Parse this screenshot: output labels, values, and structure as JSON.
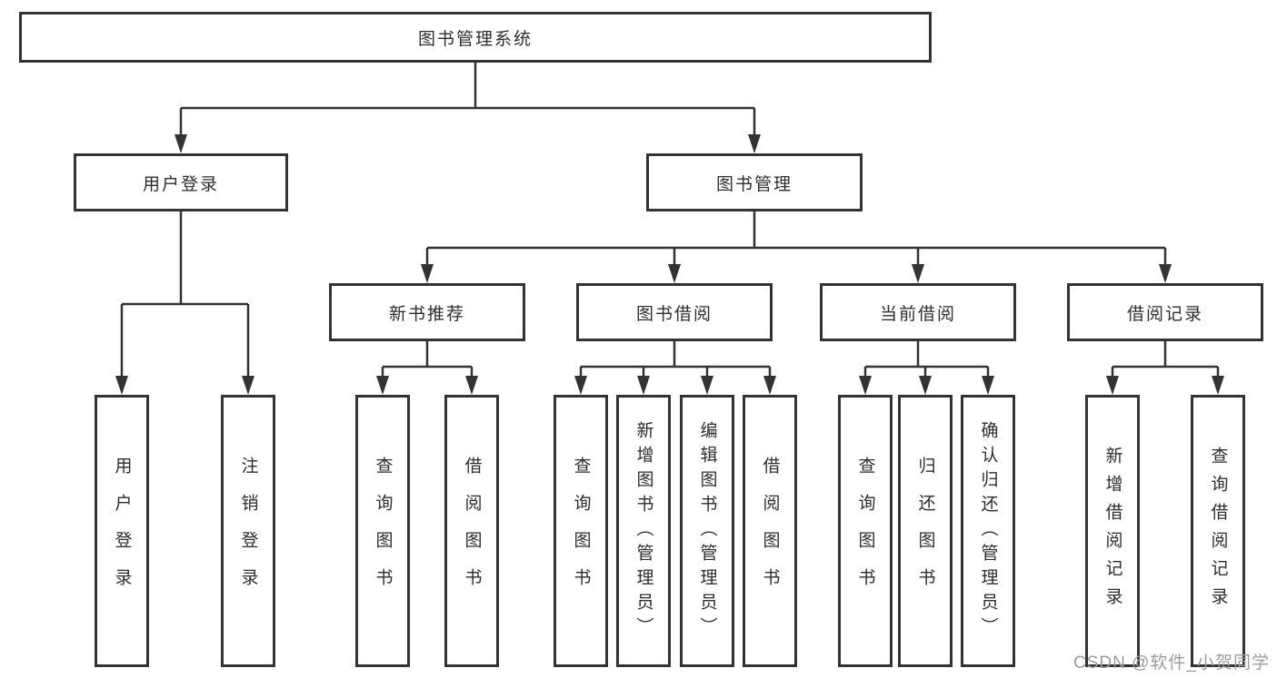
{
  "watermark": "CSDN @软件_小贺同学",
  "style": {
    "line_color": "#333333",
    "box_background": "#ffffff",
    "text_color": "#2d2d2d",
    "watermark_color": "#9c9ca2"
  },
  "tree": {
    "root": {
      "label": "图书管理系统"
    },
    "branches": [
      {
        "label": "用户登录",
        "children": [
          "用户登录",
          "注销登录"
        ]
      },
      {
        "label": "图书管理",
        "groups": [
          {
            "label": "新书推荐",
            "children": [
              "查询图书",
              "借阅图书"
            ]
          },
          {
            "label": "图书借阅",
            "children": [
              "查询图书",
              "新增图书（管理员）",
              "编辑图书（管理员）",
              "借阅图书"
            ]
          },
          {
            "label": "当前借阅",
            "children": [
              "查询图书",
              "归还图书",
              "确认归还（管理员）"
            ]
          },
          {
            "label": "借阅记录",
            "children": [
              "新增借阅记录",
              "查询借阅记录"
            ]
          }
        ]
      }
    ]
  }
}
